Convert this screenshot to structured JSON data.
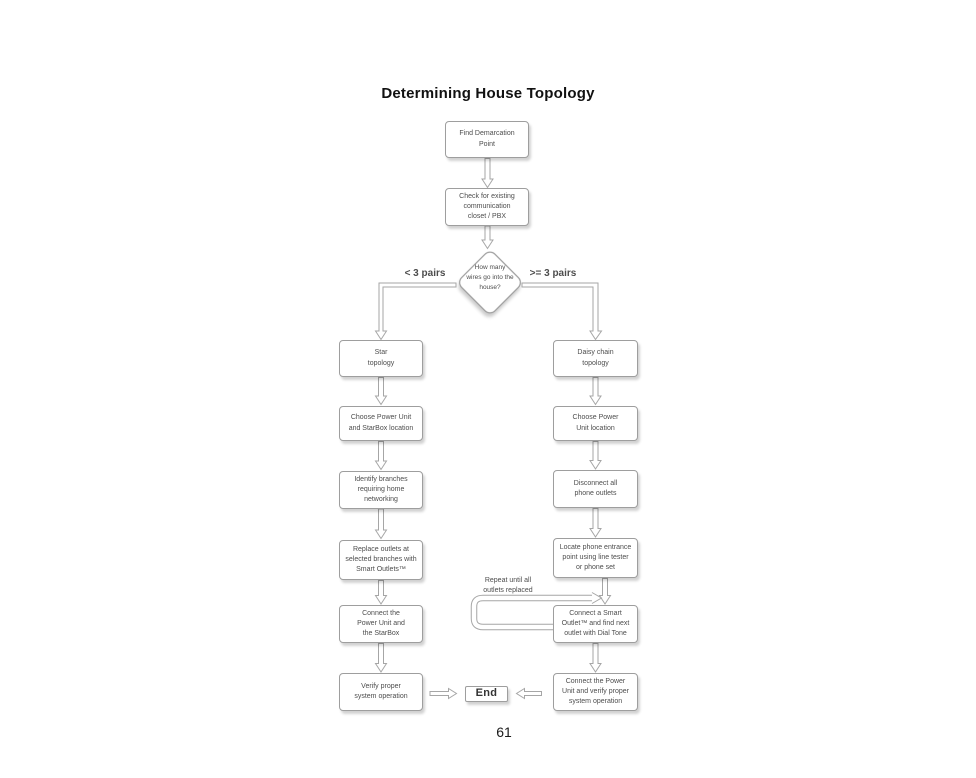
{
  "page": {
    "title": "Determining House Topology",
    "page_number": "61"
  },
  "flowchart": {
    "nodes": {
      "find_demarcation": "Find Demarcation\nPoint",
      "check_existing": "Check for existing\ncommunication\ncloset / PBX",
      "decision": "How many\nwires go into the\nhouse?",
      "star_topology": "Star\ntopology",
      "choose_power_starbox": "Choose Power Unit\nand StarBox location",
      "identify_branches": "Identify branches\nrequiring home\nnetworking",
      "replace_outlets": "Replace outlets at\nselected branches with\nSmart Outlets™",
      "connect_power_starbox": "Connect the\nPower Unit and\nthe StarBox",
      "verify_system": "Verify proper\nsystem operation",
      "daisy_chain": "Daisy chain\ntopology",
      "choose_power_location": "Choose Power\nUnit location",
      "disconnect_outlets": "Disconnect all\nphone outlets",
      "locate_entrance": "Locate phone entrance\npoint using line tester\nor phone set",
      "connect_smart_outlet": "Connect a Smart\nOutlet™ and find next\noutlet with Dial Tone",
      "connect_power_verify": "Connect the Power\nUnit and verify proper\nsystem operation",
      "end_label": "End"
    },
    "labels": {
      "branch_left": "< 3 pairs",
      "branch_right": ">= 3 pairs",
      "repeat": "Repeat until all\noutlets replaced"
    },
    "colors": {
      "box_border": "#9e9e9e",
      "box_text": "#4d4d4d",
      "connector": "#a6a6a6",
      "title_text": "#111111"
    }
  }
}
